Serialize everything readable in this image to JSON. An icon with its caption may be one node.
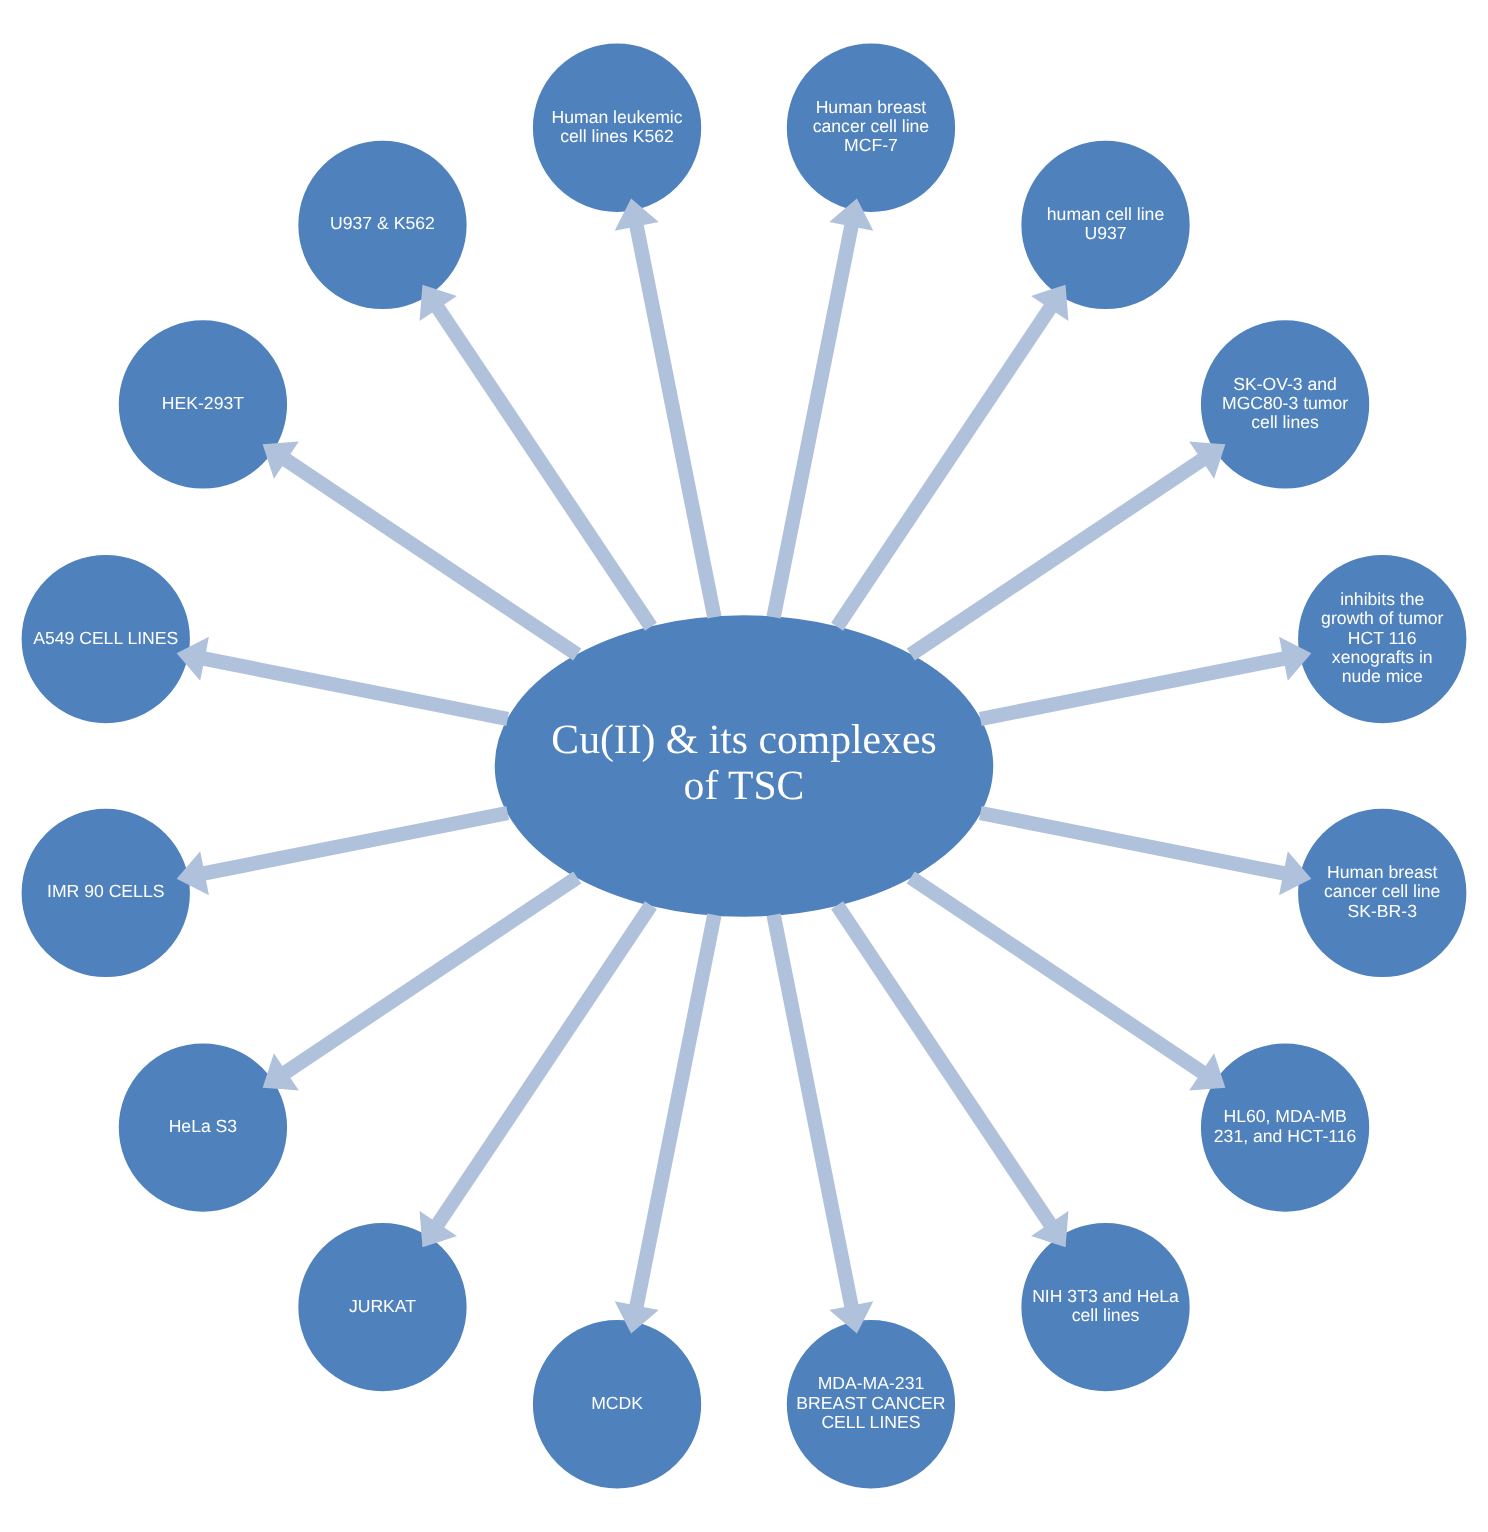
{
  "diagram": {
    "nodes": [
      {
        "text": [
          "Cu(II) & its complexes of TSC"
        ]
      },
      {
        "text": [
          "inhibits the growth of tumor HCT 116 xenografts in nude mice"
        ]
      },
      {
        "text": [
          "SK-OV-3 and MGC80-3 tumor cell lines"
        ]
      },
      {
        "text": [
          "human cell line U937"
        ]
      },
      {
        "text": [
          "Human breast cancer cell line MCF-7"
        ]
      },
      {
        "text": [
          "Human leukemic cell lines K562"
        ]
      },
      {
        "text": [
          "U937 & K562"
        ]
      },
      {
        "text": [
          "HEK-293T"
        ]
      },
      {
        "text": [
          "A549 CELL LINES"
        ]
      },
      {
        "text": [
          "IMR 90 CELLS"
        ]
      },
      {
        "text": [
          "HeLa S3"
        ]
      },
      {
        "text": [
          "JURKAT"
        ]
      },
      {
        "text": [
          "MCDK"
        ]
      },
      {
        "text": [
          "MDA-MA-231 BREAST CANCER CELL LINES"
        ]
      },
      {
        "text": [
          "NIH 3T3 and HeLa cell lines"
        ]
      },
      {
        "text": [
          "HL60, MDA-MB 231, and HCT-116"
        ]
      },
      {
        "text": [
          "Human breast cancer cell line SK-BR-3"
        ]
      }
    ],
    "edges": [
      {
        "from": 0,
        "to": 1,
        "arrow": "to"
      },
      {
        "from": 0,
        "to": 2,
        "arrow": "to"
      },
      {
        "from": 0,
        "to": 3,
        "arrow": "to"
      },
      {
        "from": 0,
        "to": 4,
        "arrow": "to"
      },
      {
        "from": 0,
        "to": 5,
        "arrow": "to"
      },
      {
        "from": 0,
        "to": 6,
        "arrow": "to"
      },
      {
        "from": 0,
        "to": 7,
        "arrow": "to"
      },
      {
        "from": 0,
        "to": 8,
        "arrow": "to"
      },
      {
        "from": 0,
        "to": 9,
        "arrow": "to"
      },
      {
        "from": 0,
        "to": 10,
        "arrow": "to"
      },
      {
        "from": 0,
        "to": 11,
        "arrow": "to"
      },
      {
        "from": 0,
        "to": 12,
        "arrow": "to"
      },
      {
        "from": 0,
        "to": 13,
        "arrow": "to"
      },
      {
        "from": 0,
        "to": 14,
        "arrow": "to"
      },
      {
        "from": 0,
        "to": 15,
        "arrow": "to"
      },
      {
        "from": 0,
        "to": 16,
        "arrow": "to"
      }
    ]
  }
}
